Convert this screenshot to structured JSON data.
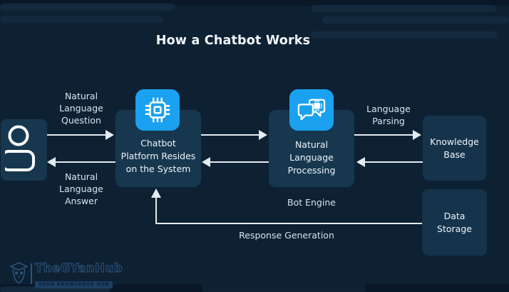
{
  "title": "How a Chatbot Works",
  "colors": {
    "background": "#0d2133",
    "strip": "#0a1726",
    "decor": "#13293d",
    "node": "#17374f",
    "side_node": "#15334b",
    "icon_blue": "#1aa1ef",
    "line": "#e4ebf1",
    "label_text": "#d9e4ed",
    "node_text": "#eef4f9",
    "title_text": "#f3f7fa",
    "logo_stroke": "#2e537c",
    "badge_bg": "#1c3f63",
    "badge_text": "#0a1e33"
  },
  "nodes": {
    "user": {
      "icon": "person-icon"
    },
    "chatbot": {
      "icon": "cpu-chip-icon",
      "lines": [
        "Chatbot",
        "Platform Resides",
        "on the System"
      ]
    },
    "nlp": {
      "icon": "chat-bubbles-chip-icon",
      "lines": [
        "Natural",
        "Language",
        "Processing"
      ],
      "caption": "Bot Engine"
    },
    "knowledge_base": {
      "lines": [
        "Knowledge",
        "Base"
      ]
    },
    "data_storage": {
      "lines": [
        "Data",
        "Storage"
      ]
    }
  },
  "edges": {
    "question": {
      "lines": [
        "Natural",
        "Language",
        "Question"
      ]
    },
    "answer": {
      "lines": [
        "Natural",
        "Language",
        "Answer"
      ]
    },
    "parsing": {
      "lines": [
        "Language",
        "Parsing"
      ]
    },
    "response": {
      "label": "Response Generation"
    }
  },
  "logo": {
    "name": "TheGYanHub",
    "tagline": "YOUR KNOWLEDGE HUB"
  }
}
